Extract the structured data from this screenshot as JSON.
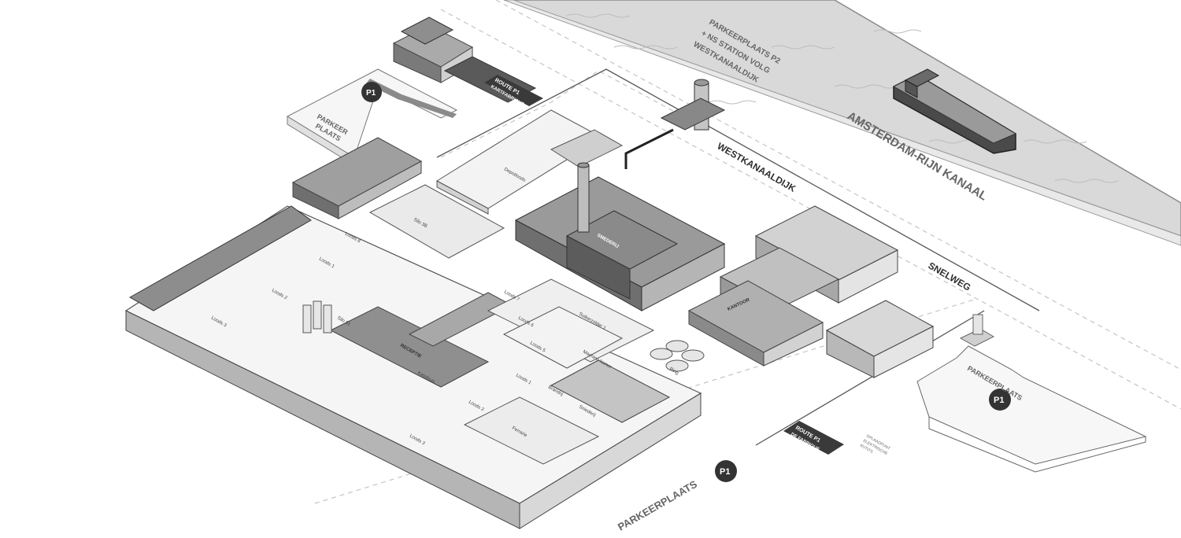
{
  "colors": {
    "water": "#d9d9d9",
    "ground": "#ffffff",
    "building_light": "#eeeeee",
    "building_mid": "#bdbdbd",
    "building_dark": "#7d7d7d",
    "route_box": "#3a3a3a",
    "label_text": "#555555"
  },
  "labels": {
    "canal": "AMSTERDAM-RIJN KANAAL",
    "road": "WESTKANAALDIJK",
    "highway": "SNELWEG",
    "p2_line1": "PARKEERPLAATS P2",
    "p2_line2": "+ NS STATION VOLG",
    "p2_line3": "WESTKANAALDIJK",
    "parking_bottom": "PARKEERPLAATS",
    "parking_left_1": "PARKEER",
    "parking_left_2": "PLAATS",
    "parking_right": "PARKEERPLAATS",
    "p1_badge": "P1",
    "route_top_1": "ROUTE P1",
    "route_top_2": "KARTFABRIQUE",
    "route_bottom_1": "ROUTE P1",
    "route_bottom_2": "DE FABRIQUE",
    "ev_1": "OPLAADPUNT",
    "ev_2": "ELEKTRISCHE",
    "ev_3": "AUTO'S",
    "smederij": "SMEDERIJ",
    "kantoor": "KANTOOR"
  },
  "halls": {
    "depotloods": "Depotloods",
    "silo3b": "Silo 3B",
    "loods8": "Loods 8",
    "loods1a": "Loods 1",
    "loods2a": "Loods 2",
    "loods3a": "Loods 3",
    "silo81": "Silo 81",
    "loods7": "Loods 7",
    "loods6": "Loods 6",
    "loods5": "Loods 5",
    "suikerzolder": "Suikerzolder 1",
    "machinekamer": "Machine kamer",
    "receptie": "RECEPTIE",
    "ketelhuis": "Ketelhuis",
    "loods1b": "Loods 1",
    "loods2b": "Loods 2",
    "loods3b": "Loods 3",
    "brandrij": "Brandrij",
    "ferrarie": "Ferrarie",
    "sniederij": "Sniederij",
    "ring": "Ring"
  }
}
